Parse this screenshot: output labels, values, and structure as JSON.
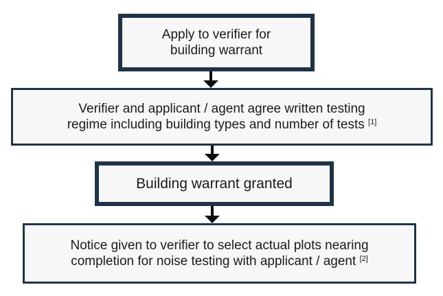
{
  "steps": [
    {
      "line1": "Apply to verifier for",
      "line2": "building warrant",
      "note": ""
    },
    {
      "line1": "Verifier and applicant / agent agree written testing",
      "line2": "regime including building types and number of tests",
      "note": "[1]"
    },
    {
      "line1": "Building warrant granted",
      "line2": "",
      "note": ""
    },
    {
      "line1": "Notice given to verifier to select actual plots nearing",
      "line2": "completion for noise testing with applicant / agent",
      "note": "[2]"
    }
  ],
  "colors": {
    "box_border": "#1f3347",
    "box_fill": "#f7f7f7",
    "arrow": "#0d0d0d"
  }
}
